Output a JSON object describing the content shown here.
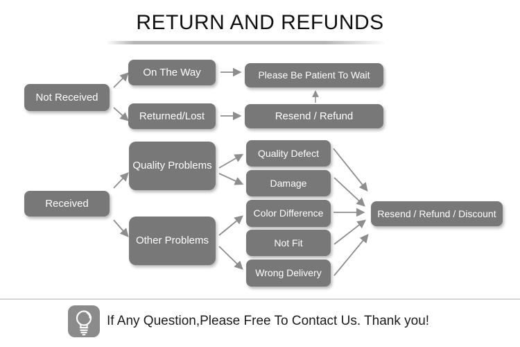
{
  "title": "RETURN AND REFUNDS",
  "nodes": {
    "not_received": "Not Received",
    "on_the_way": "On The Way",
    "returned_lost": "Returned/Lost",
    "please_wait": "Please Be Patient To Wait",
    "resend_refund": "Resend / Refund",
    "received": "Received",
    "quality_problems": "Quality Problems",
    "other_problems": "Other Problems",
    "quality_defect": "Quality Defect",
    "damage": "Damage",
    "color_difference": "Color Difference",
    "not_fit": "Not Fit",
    "wrong_delivery": "Wrong Delivery",
    "resend_refund_discount": "Resend / Refund / Discount"
  },
  "edges": [
    {
      "from": "not_received",
      "to": "on_the_way"
    },
    {
      "from": "not_received",
      "to": "returned_lost"
    },
    {
      "from": "on_the_way",
      "to": "please_wait"
    },
    {
      "from": "returned_lost",
      "to": "resend_refund"
    },
    {
      "from": "resend_refund",
      "to": "please_wait"
    },
    {
      "from": "received",
      "to": "quality_problems"
    },
    {
      "from": "received",
      "to": "other_problems"
    },
    {
      "from": "quality_problems",
      "to": "quality_defect"
    },
    {
      "from": "quality_problems",
      "to": "damage"
    },
    {
      "from": "other_problems",
      "to": "color_difference"
    },
    {
      "from": "other_problems",
      "to": "wrong_delivery"
    },
    {
      "from": "quality_defect",
      "to": "resend_refund_discount"
    },
    {
      "from": "damage",
      "to": "resend_refund_discount"
    },
    {
      "from": "color_difference",
      "to": "resend_refund_discount"
    },
    {
      "from": "not_fit",
      "to": "resend_refund_discount"
    },
    {
      "from": "wrong_delivery",
      "to": "resend_refund_discount"
    }
  ],
  "footer": {
    "icon": "lightbulb-icon",
    "message": "If Any Question,Please Free To Contact Us. Thank you!"
  },
  "colors": {
    "node_fill": "#787878",
    "node_text": "#ffffff",
    "arrow": "#8d8d8d",
    "title_text": "#0f0f0f",
    "divider": "#d6d6d6",
    "icon_fill": "#8b8b8b"
  }
}
